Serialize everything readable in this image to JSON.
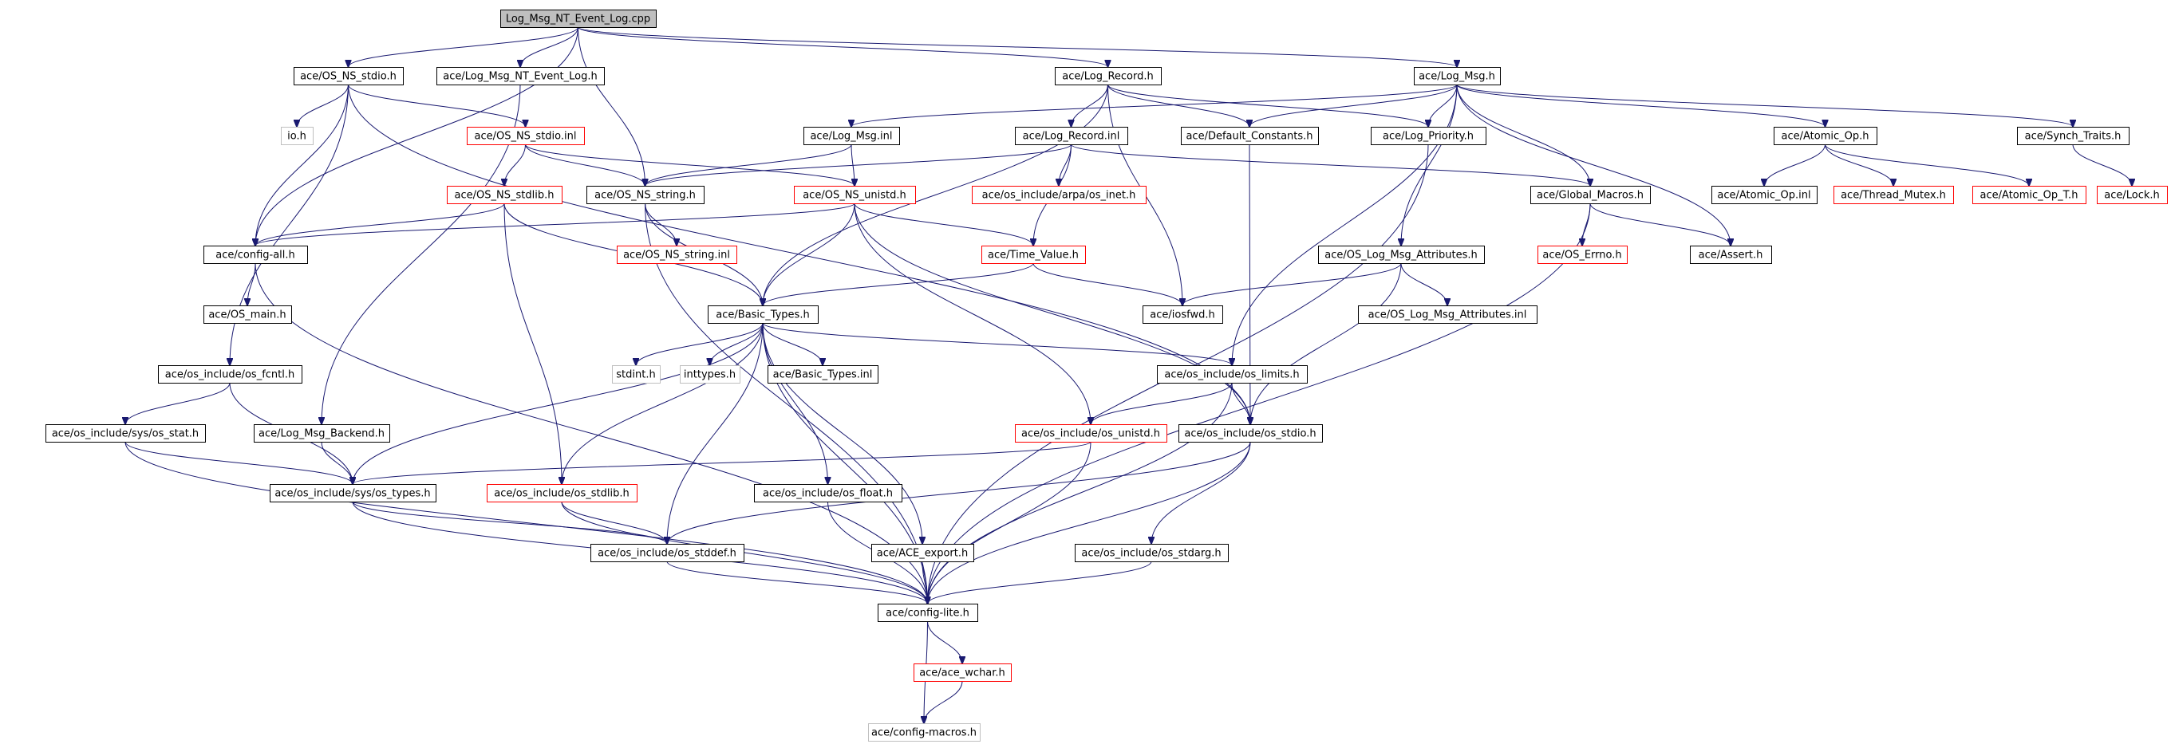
{
  "diagram": {
    "title": "",
    "colors": {
      "edge": "#191970",
      "box_normal": "#000000",
      "box_missing": "#ff0000",
      "box_system": "#bfbfbf",
      "root_fill": "#bfbfbf"
    },
    "nodes": [
      {
        "id": "root",
        "label": "Log_Msg_NT_Event_Log.cpp",
        "kind": "root"
      },
      {
        "id": "os_ns_stdio_h",
        "label": "ace/OS_NS_stdio.h",
        "kind": "normal"
      },
      {
        "id": "log_msg_nt_event_log_h",
        "label": "ace/Log_Msg_NT_Event_Log.h",
        "kind": "normal"
      },
      {
        "id": "log_record_h",
        "label": "ace/Log_Record.h",
        "kind": "normal"
      },
      {
        "id": "log_msg_h",
        "label": "ace/Log_Msg.h",
        "kind": "normal"
      },
      {
        "id": "io_h",
        "label": "io.h",
        "kind": "system"
      },
      {
        "id": "os_ns_stdio_inl",
        "label": "ace/OS_NS_stdio.inl",
        "kind": "missing"
      },
      {
        "id": "log_msg_inl",
        "label": "ace/Log_Msg.inl",
        "kind": "normal"
      },
      {
        "id": "log_record_inl",
        "label": "ace/Log_Record.inl",
        "kind": "normal"
      },
      {
        "id": "default_constants_h",
        "label": "ace/Default_Constants.h",
        "kind": "normal"
      },
      {
        "id": "log_priority_h",
        "label": "ace/Log_Priority.h",
        "kind": "normal"
      },
      {
        "id": "atomic_op_h",
        "label": "ace/Atomic_Op.h",
        "kind": "normal"
      },
      {
        "id": "synch_traits_h",
        "label": "ace/Synch_Traits.h",
        "kind": "normal"
      },
      {
        "id": "os_ns_stdlib_h",
        "label": "ace/OS_NS_stdlib.h",
        "kind": "missing"
      },
      {
        "id": "os_ns_string_h",
        "label": "ace/OS_NS_string.h",
        "kind": "normal"
      },
      {
        "id": "os_ns_unistd_h",
        "label": "ace/OS_NS_unistd.h",
        "kind": "missing"
      },
      {
        "id": "arpa_os_inet_h",
        "label": "ace/os_include/arpa/os_inet.h",
        "kind": "missing"
      },
      {
        "id": "global_macros_h",
        "label": "ace/Global_Macros.h",
        "kind": "normal"
      },
      {
        "id": "atomic_op_inl",
        "label": "ace/Atomic_Op.inl",
        "kind": "normal"
      },
      {
        "id": "thread_mutex_h",
        "label": "ace/Thread_Mutex.h",
        "kind": "missing"
      },
      {
        "id": "atomic_op_t_h",
        "label": "ace/Atomic_Op_T.h",
        "kind": "missing"
      },
      {
        "id": "lock_h",
        "label": "ace/Lock.h",
        "kind": "missing"
      },
      {
        "id": "config_all_h",
        "label": "ace/config-all.h",
        "kind": "normal"
      },
      {
        "id": "os_ns_string_inl",
        "label": "ace/OS_NS_string.inl",
        "kind": "missing"
      },
      {
        "id": "time_value_h",
        "label": "ace/Time_Value.h",
        "kind": "missing"
      },
      {
        "id": "os_log_msg_attributes_h",
        "label": "ace/OS_Log_Msg_Attributes.h",
        "kind": "normal"
      },
      {
        "id": "os_errno_h",
        "label": "ace/OS_Errno.h",
        "kind": "missing"
      },
      {
        "id": "assert_h",
        "label": "ace/Assert.h",
        "kind": "normal"
      },
      {
        "id": "os_main_h",
        "label": "ace/OS_main.h",
        "kind": "normal"
      },
      {
        "id": "basic_types_h",
        "label": "ace/Basic_Types.h",
        "kind": "normal"
      },
      {
        "id": "iosfwd_h",
        "label": "ace/iosfwd.h",
        "kind": "normal"
      },
      {
        "id": "os_log_msg_attributes_inl",
        "label": "ace/OS_Log_Msg_Attributes.inl",
        "kind": "normal"
      },
      {
        "id": "os_fcntl_h",
        "label": "ace/os_include/os_fcntl.h",
        "kind": "normal"
      },
      {
        "id": "stdint_h",
        "label": "stdint.h",
        "kind": "system"
      },
      {
        "id": "inttypes_h",
        "label": "inttypes.h",
        "kind": "system"
      },
      {
        "id": "basic_types_inl",
        "label": "ace/Basic_Types.inl",
        "kind": "normal"
      },
      {
        "id": "os_limits_h",
        "label": "ace/os_include/os_limits.h",
        "kind": "normal"
      },
      {
        "id": "sys_os_stat_h",
        "label": "ace/os_include/sys/os_stat.h",
        "kind": "normal"
      },
      {
        "id": "log_msg_backend_h",
        "label": "ace/Log_Msg_Backend.h",
        "kind": "normal"
      },
      {
        "id": "os_unistd_h",
        "label": "ace/os_include/os_unistd.h",
        "kind": "missing"
      },
      {
        "id": "os_stdio_h",
        "label": "ace/os_include/os_stdio.h",
        "kind": "normal"
      },
      {
        "id": "sys_os_types_h",
        "label": "ace/os_include/sys/os_types.h",
        "kind": "normal"
      },
      {
        "id": "os_stdlib_h",
        "label": "ace/os_include/os_stdlib.h",
        "kind": "missing"
      },
      {
        "id": "os_float_h",
        "label": "ace/os_include/os_float.h",
        "kind": "normal"
      },
      {
        "id": "os_stddef_h",
        "label": "ace/os_include/os_stddef.h",
        "kind": "normal"
      },
      {
        "id": "ace_export_h",
        "label": "ace/ACE_export.h",
        "kind": "normal"
      },
      {
        "id": "os_stdarg_h",
        "label": "ace/os_include/os_stdarg.h",
        "kind": "normal"
      },
      {
        "id": "config_lite_h",
        "label": "ace/config-lite.h",
        "kind": "normal"
      },
      {
        "id": "ace_wchar_h",
        "label": "ace/ace_wchar.h",
        "kind": "missing"
      },
      {
        "id": "config_macros_h",
        "label": "ace/config-macros.h",
        "kind": "system"
      }
    ],
    "edges": [
      [
        "root",
        "os_ns_stdio_h"
      ],
      [
        "root",
        "log_msg_nt_event_log_h"
      ],
      [
        "root",
        "log_record_h"
      ],
      [
        "root",
        "log_msg_h"
      ],
      [
        "root",
        "config_all_h"
      ],
      [
        "root",
        "os_ns_string_h"
      ],
      [
        "os_ns_stdio_h",
        "io_h"
      ],
      [
        "os_ns_stdio_h",
        "os_ns_stdio_inl"
      ],
      [
        "os_ns_stdio_h",
        "config_all_h"
      ],
      [
        "os_ns_stdio_h",
        "os_fcntl_h"
      ],
      [
        "os_ns_stdio_h",
        "os_stdio_h"
      ],
      [
        "log_msg_nt_event_log_h",
        "log_msg_backend_h"
      ],
      [
        "log_record_h",
        "log_record_inl"
      ],
      [
        "log_record_h",
        "default_constants_h"
      ],
      [
        "log_record_h",
        "log_priority_h"
      ],
      [
        "log_record_h",
        "basic_types_h"
      ],
      [
        "log_record_h",
        "iosfwd_h"
      ],
      [
        "log_msg_h",
        "log_msg_inl"
      ],
      [
        "log_msg_h",
        "default_constants_h"
      ],
      [
        "log_msg_h",
        "log_priority_h"
      ],
      [
        "log_msg_h",
        "atomic_op_h"
      ],
      [
        "log_msg_h",
        "synch_traits_h"
      ],
      [
        "log_msg_h",
        "global_macros_h"
      ],
      [
        "log_msg_h",
        "os_log_msg_attributes_h"
      ],
      [
        "log_msg_h",
        "assert_h"
      ],
      [
        "log_msg_h",
        "os_limits_h"
      ],
      [
        "os_ns_stdio_inl",
        "os_ns_stdlib_h"
      ],
      [
        "os_ns_stdio_inl",
        "os_ns_string_h"
      ],
      [
        "os_ns_stdio_inl",
        "os_ns_unistd_h"
      ],
      [
        "log_msg_inl",
        "os_ns_string_h"
      ],
      [
        "log_msg_inl",
        "os_ns_unistd_h"
      ],
      [
        "log_record_inl",
        "arpa_os_inet_h"
      ],
      [
        "log_record_inl",
        "time_value_h"
      ],
      [
        "log_record_inl",
        "global_macros_h"
      ],
      [
        "log_record_inl",
        "os_ns_string_h"
      ],
      [
        "default_constants_h",
        "os_stdio_h"
      ],
      [
        "log_priority_h",
        "config_lite_h"
      ],
      [
        "atomic_op_h",
        "atomic_op_inl"
      ],
      [
        "atomic_op_h",
        "thread_mutex_h"
      ],
      [
        "atomic_op_h",
        "atomic_op_t_h"
      ],
      [
        "synch_traits_h",
        "lock_h"
      ],
      [
        "os_ns_stdlib_h",
        "config_all_h"
      ],
      [
        "os_ns_stdlib_h",
        "basic_types_h"
      ],
      [
        "os_ns_stdlib_h",
        "os_stdlib_h"
      ],
      [
        "os_ns_string_h",
        "os_ns_string_inl"
      ],
      [
        "os_ns_string_h",
        "basic_types_h"
      ],
      [
        "os_ns_string_h",
        "config_lite_h"
      ],
      [
        "os_ns_unistd_h",
        "config_all_h"
      ],
      [
        "os_ns_unistd_h",
        "time_value_h"
      ],
      [
        "os_ns_unistd_h",
        "basic_types_h"
      ],
      [
        "os_ns_unistd_h",
        "os_unistd_h"
      ],
      [
        "os_ns_unistd_h",
        "os_stdio_h"
      ],
      [
        "global_macros_h",
        "os_errno_h"
      ],
      [
        "global_macros_h",
        "assert_h"
      ],
      [
        "global_macros_h",
        "config_lite_h"
      ],
      [
        "config_all_h",
        "os_main_h"
      ],
      [
        "config_all_h",
        "config_lite_h"
      ],
      [
        "time_value_h",
        "basic_types_h"
      ],
      [
        "time_value_h",
        "iosfwd_h"
      ],
      [
        "os_log_msg_attributes_h",
        "iosfwd_h"
      ],
      [
        "os_log_msg_attributes_h",
        "os_log_msg_attributes_inl"
      ],
      [
        "os_log_msg_attributes_h",
        "os_stdio_h"
      ],
      [
        "basic_types_h",
        "stdint_h"
      ],
      [
        "basic_types_h",
        "inttypes_h"
      ],
      [
        "basic_types_h",
        "basic_types_inl"
      ],
      [
        "basic_types_h",
        "os_limits_h"
      ],
      [
        "basic_types_h",
        "sys_os_types_h"
      ],
      [
        "basic_types_h",
        "os_stdlib_h"
      ],
      [
        "basic_types_h",
        "os_float_h"
      ],
      [
        "basic_types_h",
        "os_stddef_h"
      ],
      [
        "basic_types_h",
        "ace_export_h"
      ],
      [
        "basic_types_h",
        "config_lite_h"
      ],
      [
        "os_fcntl_h",
        "sys_os_stat_h"
      ],
      [
        "os_fcntl_h",
        "sys_os_types_h"
      ],
      [
        "os_limits_h",
        "os_unistd_h"
      ],
      [
        "os_limits_h",
        "os_stdio_h"
      ],
      [
        "os_limits_h",
        "config_lite_h"
      ],
      [
        "sys_os_stat_h",
        "sys_os_types_h"
      ],
      [
        "sys_os_stat_h",
        "config_lite_h"
      ],
      [
        "log_msg_backend_h",
        "sys_os_types_h"
      ],
      [
        "os_unistd_h",
        "sys_os_types_h"
      ],
      [
        "os_unistd_h",
        "config_lite_h"
      ],
      [
        "os_stdio_h",
        "os_stddef_h"
      ],
      [
        "os_stdio_h",
        "os_stdarg_h"
      ],
      [
        "os_stdio_h",
        "config_lite_h"
      ],
      [
        "sys_os_types_h",
        "os_stddef_h"
      ],
      [
        "sys_os_types_h",
        "config_lite_h"
      ],
      [
        "os_stdlib_h",
        "os_stddef_h"
      ],
      [
        "os_stdlib_h",
        "config_lite_h"
      ],
      [
        "os_float_h",
        "config_lite_h"
      ],
      [
        "os_stddef_h",
        "config_lite_h"
      ],
      [
        "ace_export_h",
        "config_lite_h"
      ],
      [
        "os_stdarg_h",
        "config_lite_h"
      ],
      [
        "config_lite_h",
        "ace_wchar_h"
      ],
      [
        "config_lite_h",
        "config_macros_h"
      ],
      [
        "ace_wchar_h",
        "config_macros_h"
      ]
    ]
  }
}
